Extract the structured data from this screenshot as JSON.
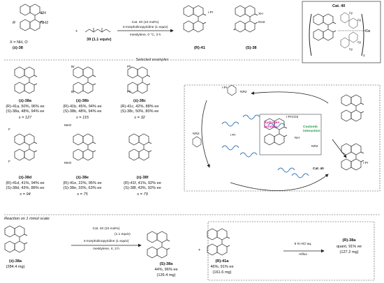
{
  "colors": {
    "ligand_blue": "#2f74b5",
    "hydrogen_bonding": "#d6249f",
    "coulomb": "#1c9a4a",
    "stroke": "#222222"
  },
  "top": {
    "sm_x": "X = NH, O",
    "sm_id": "(±)-38",
    "reagent_id": "39 (1.1 equiv)",
    "cond1": "Cat. 40 (10 mol%)",
    "cond2": "4-morpholinopyridine (1 equiv)",
    "cond3": "mesitylene, 0 °C, 3 h",
    "prod1": "(R)-41",
    "prod2": "(S)-38",
    "plus": "+",
    "cat_label": "Cat. 40",
    "cat_metal": "Ca",
    "cat_sub": "2",
    "R": "R",
    "XH": "XH",
    "NH2": "NH2",
    "O": "O",
    "Cy": "Cy",
    "iPr": "i-Pr"
  },
  "selected_heading": "Selected examples",
  "examples": [
    {
      "id": "(±)-38a",
      "r": "(R)-41a, 50%, 96% ee",
      "s": "(S)-38a, 48%, 94% ee",
      "sel": "s = 127"
    },
    {
      "id": "(±)-38b",
      "r": "(R)-41b, 45%, 94% ee",
      "s": "(S)-38b, 48%, 94% ee",
      "sel": "s = 115"
    },
    {
      "id": "(±)-38c",
      "r": "(R)-41c, 42%, 88% ee",
      "s": "(S)-38c, 50%, 80% ee",
      "sel": "s = 32"
    },
    {
      "id": "(±)-38d",
      "r": "(R)-41d, 41%, 94% ee",
      "s": "(S)-38d, 43%, 88% ee",
      "sel": "s = 94"
    },
    {
      "id": "(±)-38e",
      "r": "(R)-41e, 22%, 95% ee",
      "s": "(S)-38e, 33%, 63% ee",
      "sel": "s = 75"
    },
    {
      "id": "(±)-38f",
      "r": "(R)-41f, 41%, 92% ee",
      "s": "(S)-38f, 43%, 92% ee",
      "sel": "s = 79"
    }
  ],
  "subs": {
    "br": "Br",
    "ph": "Ph",
    "f": "F",
    "ome": "MeO"
  },
  "mech": {
    "hbond": "Hydrogen\nbonding",
    "coulomb": "Coulomb\ninteraction",
    "cat": "Cat. 40",
    "dmap": "NR2",
    "iprco2": "i-PrCO2",
    "ipr": "i-Pr",
    "nh": "NH",
    "nr2": "NR2",
    "o": "O"
  },
  "scale_heading": "Reaction on 1 mmol scale:",
  "bottom": {
    "sm": "(±)-38a",
    "sm_mass": "(284.4 mg)",
    "c1": "Cat. 40 (10 mol%)",
    "c2": "(1.1 equiv)",
    "c3": "4-morpholinopyridine (1 equiv)",
    "c4": "mesitylene, rt, 3 h",
    "p1": "(S)-38a",
    "p1_yield": "44%, 96% ee",
    "p1_mass": "(126.4 mg)",
    "plus": "+",
    "p2": "(R)-41a",
    "p2_yield": "46%, 91% ee",
    "p2_mass": "(161.6 mg)",
    "hyd1": "6 N HCl aq.",
    "hyd2": "reflux",
    "final": "(R)-38a",
    "final_yield": "quant, 91% ee",
    "final_mass": "(127.2 mg)"
  }
}
